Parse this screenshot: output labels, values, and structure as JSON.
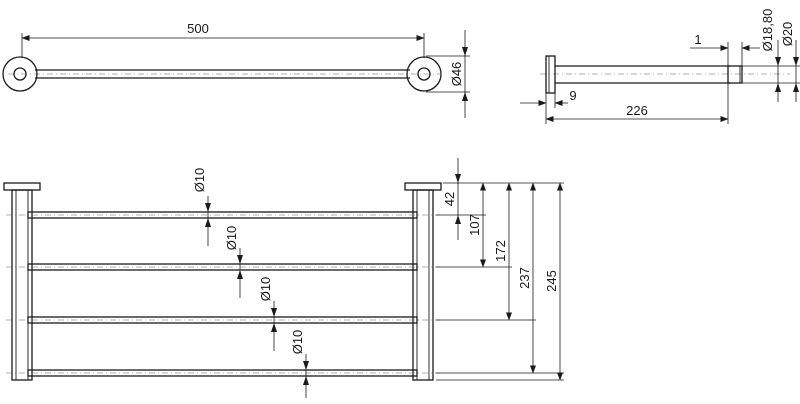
{
  "dimensions": {
    "length_total": "500",
    "flange_diameter": "Ø46",
    "wall_gap": "1",
    "bar_od": "Ø18,80",
    "flange_od": "Ø20",
    "flange_thickness": "9",
    "projection": "226",
    "rail_diameter_1": "Ø10",
    "rail_diameter_2": "Ø10",
    "rail_diameter_3": "Ø10",
    "rail_diameter_4": "Ø10",
    "height_1": "42",
    "height_2": "107",
    "height_3": "172",
    "height_4": "237",
    "height_total": "245"
  }
}
